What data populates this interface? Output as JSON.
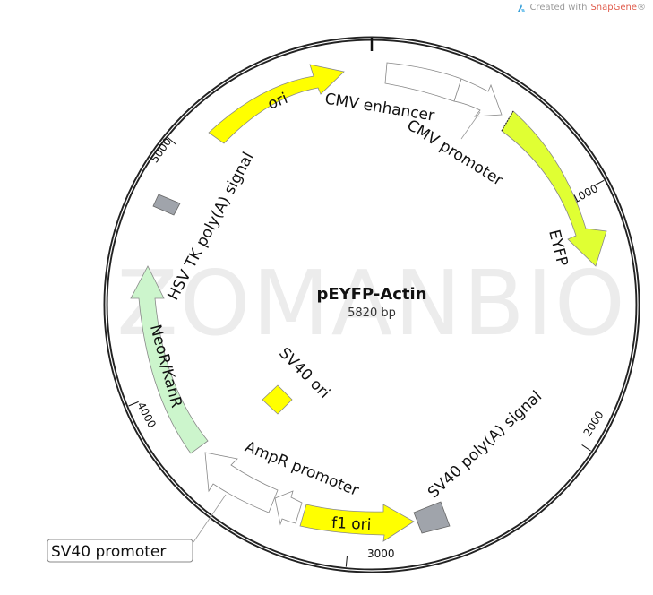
{
  "credit": {
    "prefix": "Created with",
    "brand": "SnapGene",
    "suffix": "®"
  },
  "watermark": "ZOMANBIO",
  "plasmid": {
    "name": "pEYFP-Actin",
    "length_label": "5820 bp",
    "length_bp": 5820
  },
  "ticks": [
    {
      "label": "1000",
      "pos": 1000
    },
    {
      "label": "2000",
      "pos": 2000
    },
    {
      "label": "3000",
      "pos": 3000
    },
    {
      "label": "4000",
      "pos": 4000
    },
    {
      "label": "5000",
      "pos": 5000
    }
  ],
  "features": [
    {
      "name": "ori",
      "type": "rep_origin",
      "color": "#ffff00",
      "direction": "forward"
    },
    {
      "name": "CMV enhancer",
      "type": "enhancer",
      "color": "#ffffff",
      "direction": "forward"
    },
    {
      "name": "CMV promoter",
      "type": "promoter",
      "color": "#ffffff",
      "direction": "forward"
    },
    {
      "name": "EYFP",
      "type": "CDS",
      "color": "#e0ff33",
      "direction": "forward"
    },
    {
      "name": "SV40 poly(A) signal",
      "type": "polyA_signal",
      "color": "#a0a4ab",
      "direction": "none"
    },
    {
      "name": "f1 ori",
      "type": "rep_origin",
      "color": "#ffff00",
      "direction": "forward"
    },
    {
      "name": "AmpR promoter",
      "type": "promoter",
      "color": "#ffffff",
      "direction": "reverse"
    },
    {
      "name": "SV40 promoter",
      "type": "promoter",
      "color": "#ffffff",
      "direction": "reverse"
    },
    {
      "name": "NeoR/KanR",
      "type": "CDS",
      "color": "#ccf5cc",
      "direction": "reverse"
    },
    {
      "name": "HSV TK poly(A) signal",
      "type": "polyA_signal",
      "color": "#a0a4ab",
      "direction": "none"
    },
    {
      "name": "SV40 ori",
      "type": "rep_origin",
      "color": "#ffff00",
      "direction": "none"
    }
  ]
}
